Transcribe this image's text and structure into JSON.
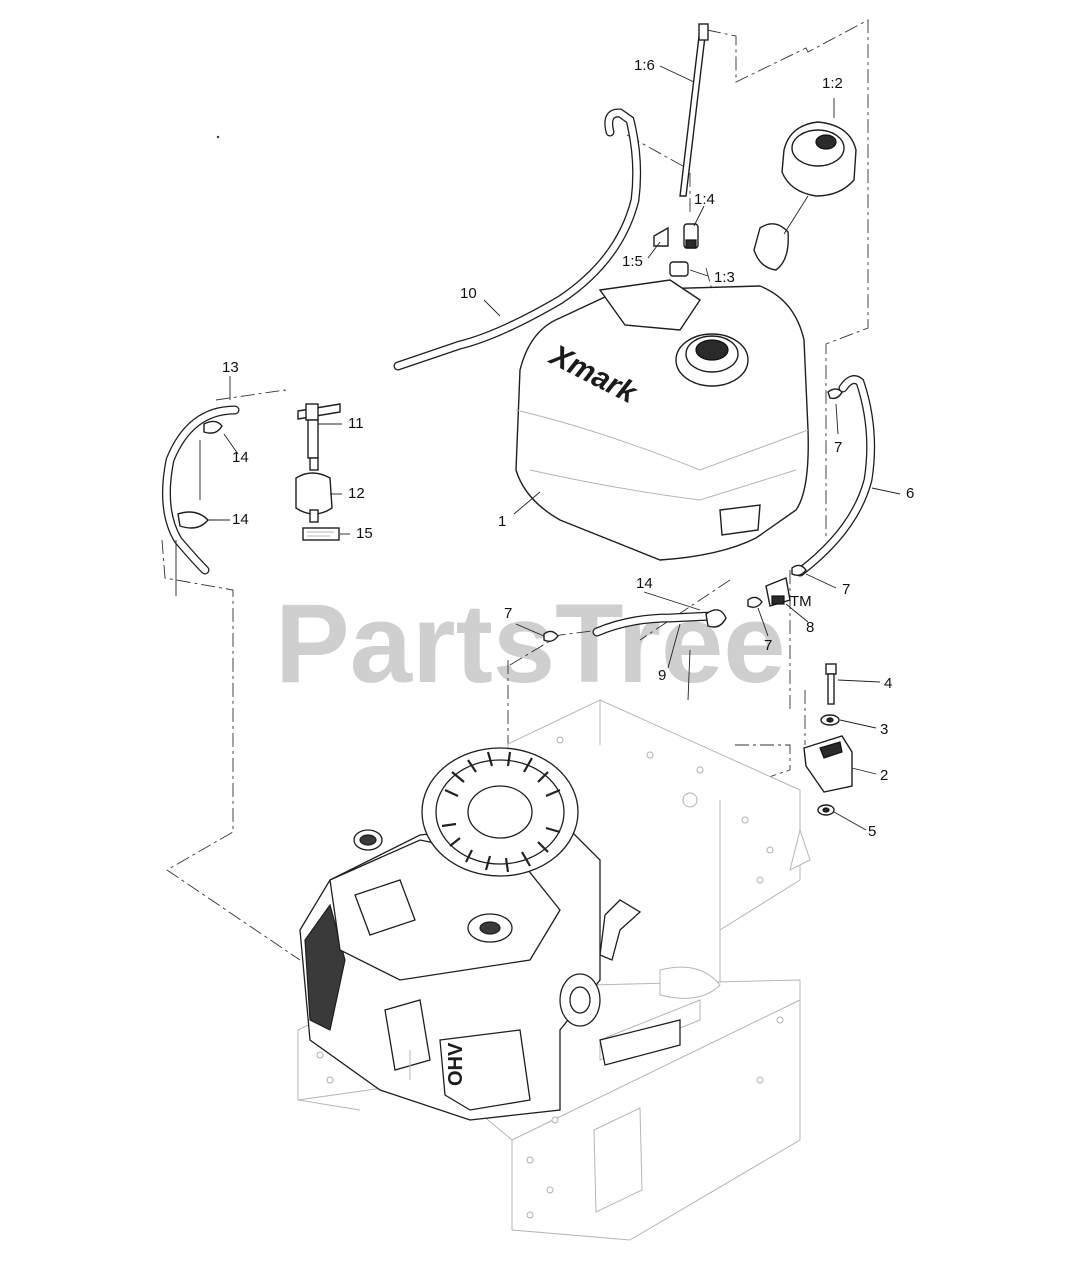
{
  "diagram": {
    "watermark": "PartsTree",
    "watermark_trademark": "TM",
    "tank_logo": "Xmark",
    "callouts": [
      {
        "id": "c-1-6",
        "label": "1:6"
      },
      {
        "id": "c-1-2",
        "label": "1:2"
      },
      {
        "id": "c-1-4",
        "label": "1:4"
      },
      {
        "id": "c-1-5",
        "label": "1:5"
      },
      {
        "id": "c-1-3",
        "label": "1:3"
      },
      {
        "id": "c-10",
        "label": "10"
      },
      {
        "id": "c-13",
        "label": "13"
      },
      {
        "id": "c-11",
        "label": "11"
      },
      {
        "id": "c-14a",
        "label": "14"
      },
      {
        "id": "c-12",
        "label": "12"
      },
      {
        "id": "c-14b",
        "label": "14"
      },
      {
        "id": "c-15",
        "label": "15"
      },
      {
        "id": "c-1",
        "label": "1"
      },
      {
        "id": "c-7a",
        "label": "7"
      },
      {
        "id": "c-6",
        "label": "6"
      },
      {
        "id": "c-14c",
        "label": "14"
      },
      {
        "id": "c-7b",
        "label": "7"
      },
      {
        "id": "c-7c",
        "label": "7"
      },
      {
        "id": "c-8",
        "label": "8"
      },
      {
        "id": "c-7d",
        "label": "7"
      },
      {
        "id": "c-9",
        "label": "9"
      },
      {
        "id": "c-4",
        "label": "4"
      },
      {
        "id": "c-3",
        "label": "3"
      },
      {
        "id": "c-2",
        "label": "2"
      },
      {
        "id": "c-5",
        "label": "5"
      }
    ]
  }
}
